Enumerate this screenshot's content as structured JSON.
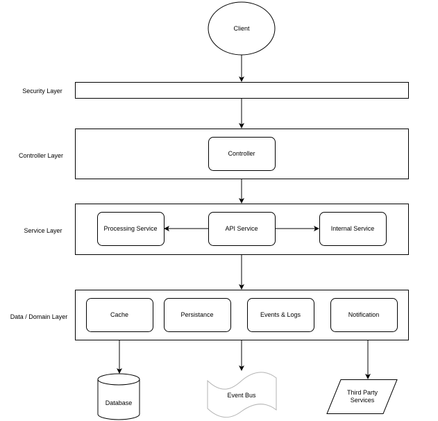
{
  "layers": {
    "security": "Security Layer",
    "controller": "Controller Layer",
    "service": "Service Layer",
    "data": "Data / Domain Layer"
  },
  "nodes": {
    "client": "Client",
    "controller": "Controller",
    "processing_service": "Processing Service",
    "api_service": "API Service",
    "internal_service": "Internal Service",
    "cache": "Cache",
    "persistance": "Persistance",
    "events_logs": "Events & Logs",
    "notification": "Notification",
    "database": "Database",
    "event_bus": "Event Bus",
    "third_party_line1": "Third Party",
    "third_party_line2": "Services"
  },
  "colors": {
    "stroke": "#000000",
    "event_bus_stroke": "#b3b3b3"
  }
}
